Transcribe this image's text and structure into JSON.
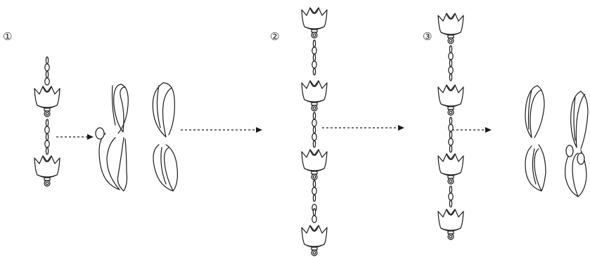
{
  "steps": [
    {
      "number": "①"
    },
    {
      "number": "②"
    },
    {
      "number": "③"
    }
  ]
}
